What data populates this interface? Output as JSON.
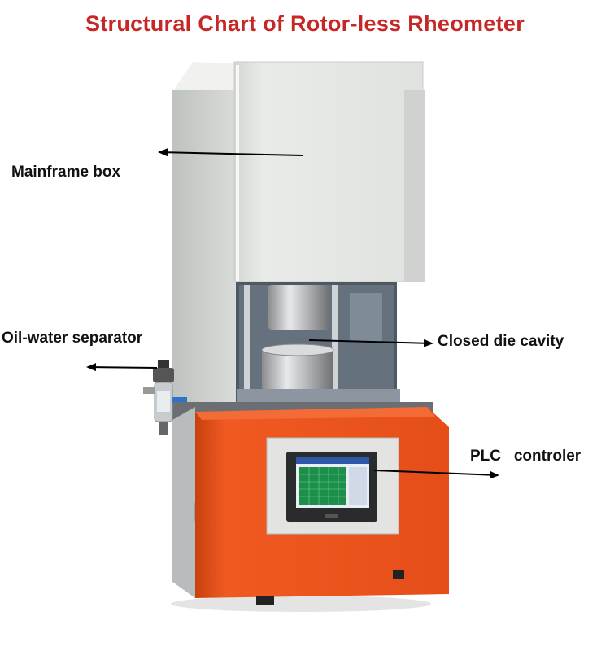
{
  "title": "Structural Chart of Rotor-less Rheometer",
  "labels": {
    "mainframe": "Mainframe box",
    "oil_water": "Oil-water separator",
    "closed_die": "Closed die cavity",
    "plc": "PLC   controler"
  },
  "colors": {
    "title": "#c62828",
    "cabinet": "#e8eae6",
    "base": "#e8521c",
    "arrow": "#000000"
  }
}
